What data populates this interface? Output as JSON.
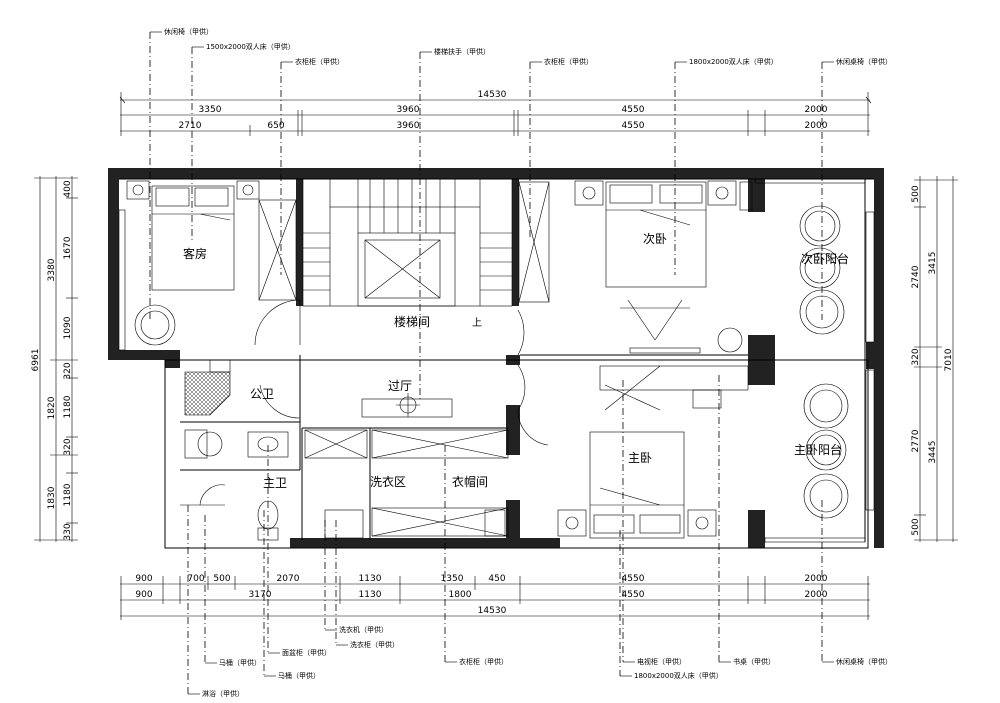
{
  "rooms": {
    "guest_room": "客房",
    "second_bedroom": "次卧",
    "stairwell": "楼梯间",
    "stair_up": "上",
    "hallway": "过厅",
    "public_bath": "公卫",
    "master_bath": "主卫",
    "laundry": "洗衣区",
    "cloakroom": "衣帽间",
    "master_bedroom": "主卧",
    "second_balcony": "次卧阳台",
    "master_balcony": "主卧阳台"
  },
  "dims_top": {
    "total": "14530",
    "row1": [
      "3350",
      "3960",
      "4550",
      "2000"
    ],
    "row2": [
      "2710",
      "650",
      "3960",
      "4550",
      "2000"
    ]
  },
  "dims_bottom": {
    "total": "14530",
    "row1": [
      "900",
      "700",
      "500",
      "2070",
      "1130",
      "1350",
      "450",
      "4550",
      "2000"
    ],
    "row2": [
      "900",
      "3170",
      "1130",
      "1800",
      "4550",
      "2000"
    ]
  },
  "dims_left": {
    "total": "6961",
    "mid": [
      "3380",
      "1820",
      "1830"
    ],
    "inner": [
      "400",
      "1670",
      "1090",
      "320",
      "1180",
      "320",
      "1180",
      "330"
    ]
  },
  "dims_right": {
    "total": "7010",
    "mid": [
      "3415",
      "3445"
    ],
    "inner": [
      "500",
      "2740",
      "320",
      "2770",
      "500"
    ]
  },
  "annotations_top": [
    "休闲椅（甲供）",
    "1500x2000双人床（甲供）",
    "衣柜柜（甲供）",
    "楼梯扶手（甲供）",
    "衣柜柜（甲供）",
    "1800x2000双人床（甲供）",
    "休闲桌椅（甲供）"
  ],
  "annotations_bottom": [
    "淋浴（甲供）",
    "马桶（甲供）",
    "马桶（甲供）",
    "面盆柜（甲供）",
    "洗衣机（甲供）",
    "洗衣柜（甲供）",
    "衣柜柜（甲供）",
    "电视柜（甲供）",
    "1800x2000双人床（甲供）",
    "书桌（甲供）",
    "休闲桌椅（甲供）"
  ]
}
